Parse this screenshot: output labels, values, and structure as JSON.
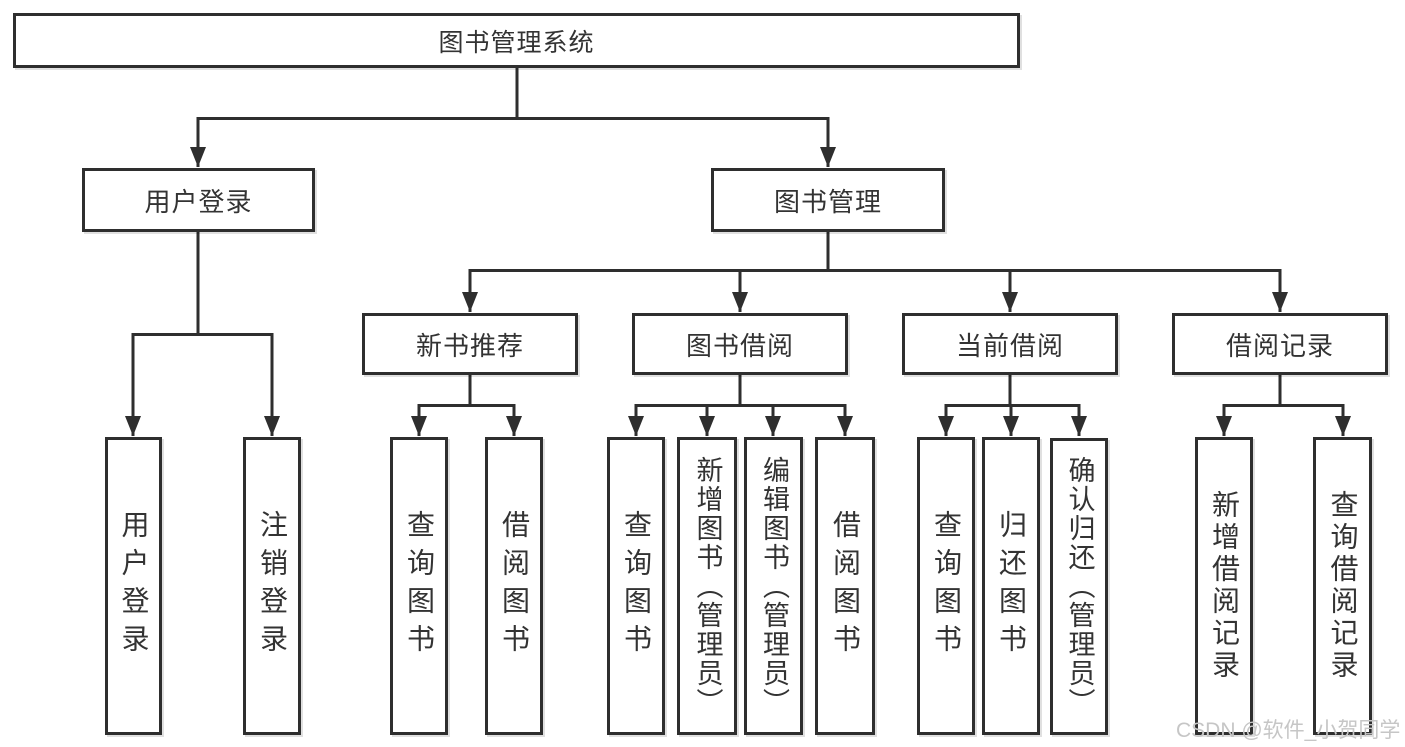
{
  "diagram": {
    "root": {
      "label": "图书管理系统"
    },
    "level2": [
      {
        "id": "user-login",
        "label": "用户登录"
      },
      {
        "id": "book-management",
        "label": "图书管理"
      }
    ],
    "level3": [
      {
        "id": "new-book-recommend",
        "label": "新书推荐",
        "parent": "图书管理"
      },
      {
        "id": "book-borrowing",
        "label": "图书借阅",
        "parent": "图书管理"
      },
      {
        "id": "current-borrowing",
        "label": "当前借阅",
        "parent": "图书管理"
      },
      {
        "id": "borrow-records",
        "label": "借阅记录",
        "parent": "图书管理"
      }
    ],
    "leaves": [
      {
        "id": "user-login-leaf",
        "label": "用户登录",
        "parent": "用户登录"
      },
      {
        "id": "logout",
        "label": "注销登录",
        "parent": "用户登录"
      },
      {
        "id": "query-books-recommend",
        "label": "查询图书",
        "parent": "新书推荐"
      },
      {
        "id": "borrow-book-recommend",
        "label": "借阅图书",
        "parent": "新书推荐"
      },
      {
        "id": "query-books-borrowing",
        "label": "查询图书",
        "parent": "图书借阅"
      },
      {
        "id": "add-book-admin",
        "label": "新增图书（管理员）",
        "parent": "图书借阅"
      },
      {
        "id": "edit-book-admin",
        "label": "编辑图书（管理员）",
        "parent": "图书借阅"
      },
      {
        "id": "borrow-book-borrowing",
        "label": "借阅图书",
        "parent": "图书借阅"
      },
      {
        "id": "query-books-current",
        "label": "查询图书",
        "parent": "当前借阅"
      },
      {
        "id": "return-book",
        "label": "归还图书",
        "parent": "当前借阅"
      },
      {
        "id": "confirm-return-admin",
        "label": "确认归还（管理员）",
        "parent": "当前借阅"
      },
      {
        "id": "add-borrow-record",
        "label": "新增借阅记录",
        "parent": "借阅记录"
      },
      {
        "id": "query-borrow-record",
        "label": "查询借阅记录",
        "parent": "借阅记录"
      }
    ],
    "watermark": "CSDN @软件_小贺同学",
    "colors": {
      "line": "#2e2e2e",
      "text": "#333333",
      "background": "#ffffff",
      "watermark": "#c6c6c6"
    }
  }
}
